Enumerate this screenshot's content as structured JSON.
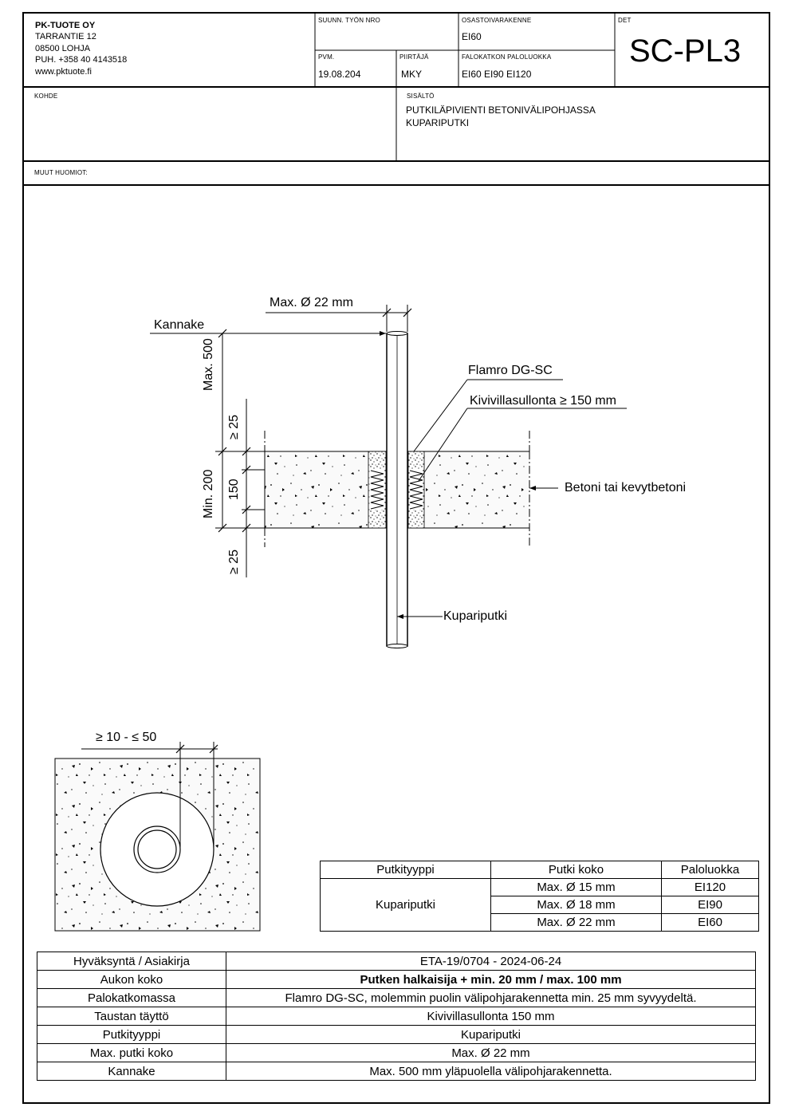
{
  "company": {
    "name": "PK-TUOTE OY",
    "street": "TARRANTIE 12",
    "city": "08500 LOHJA",
    "phone": "PUH. +358 40 4143518",
    "web": "www.pktuote.fi"
  },
  "header": {
    "suunn_label": "SUUNN. TYÖN NRO",
    "suunn_value": "",
    "osasto_label": "OSASTOIVARAKENNE",
    "osasto_value": "EI60",
    "det_label": "DET",
    "det_value": "SC-PL3",
    "pvm_label": "PVM.",
    "pvm_value": "19.08.204",
    "piirtaja_label": "PIIRTÄJÄ",
    "piirtaja_value": "MKY",
    "paloluokka_label": "FALOKATKON PALOLUOKKA",
    "paloluokka_value": "EI60 EI90 EI120",
    "kohde_label": "KOHDE",
    "sisalto_label": "SISÄLTÖ",
    "sisalto_line1": "PUTKILÄPIVIENTI BETONIVÄLIPOHJASSA",
    "sisalto_line2": "KUPARIPUTKI",
    "muut_label": "MUUT HUOMIOT:"
  },
  "section_labels": {
    "max_dia": "Max. Ø 22 mm",
    "kannake": "Kannake",
    "max500": "Max. 500",
    "flamro": "Flamro DG-SC",
    "kivivilla": "Kivivillasullonta ≥ 150 mm",
    "ge25_top": "≥ 25",
    "min200": "Min. 200",
    "d150": "150",
    "ge25_bottom": "≥ 25",
    "betoni": "Betoni tai kevytbetoni",
    "kupariputki": "Kupariputki"
  },
  "plan_labels": {
    "gap": "≥ 10 - ≤ 50"
  },
  "pipe_table": {
    "headers": [
      "Putkityyppi",
      "Putki koko",
      "Paloluokka"
    ],
    "type": "Kupariputki",
    "rows": [
      {
        "size": "Max. Ø 15 mm",
        "class": "EI120"
      },
      {
        "size": "Max. Ø 18 mm",
        "class": "EI90"
      },
      {
        "size": "Max. Ø 22 mm",
        "class": "EI60"
      }
    ]
  },
  "spec_table": [
    {
      "label": "Hyväksyntä / Asiakirja",
      "value": "ETA-19/0704 - 2024-06-24",
      "bold": false
    },
    {
      "label": "Aukon koko",
      "value": "Putken halkaisija + min. 20 mm / max. 100 mm",
      "bold": true
    },
    {
      "label": "Palokatkomassa",
      "value": "Flamro DG-SC, molemmin puolin välipohjarakennetta min. 25 mm syvyydeltä.",
      "bold": false
    },
    {
      "label": "Taustan täyttö",
      "value": "Kivivillasullonta 150 mm",
      "bold": false
    },
    {
      "label": "Putkityyppi",
      "value": "Kupariputki",
      "bold": false
    },
    {
      "label": "Max. putki koko",
      "value": "Max. Ø 22 mm",
      "bold": false
    },
    {
      "label": "Kannake",
      "value": "Max. 500 mm yläpuolella välipohjarakennetta.",
      "bold": false
    }
  ]
}
